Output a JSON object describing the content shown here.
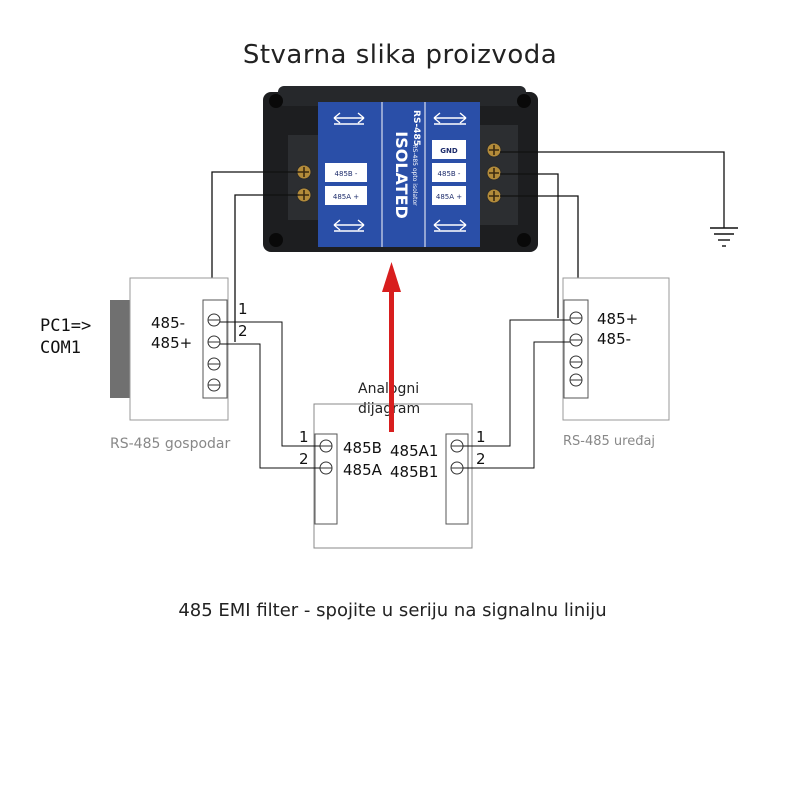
{
  "title": "Stvarna slika proizvoda",
  "caption": "485 EMI filter - spojite u seriju na signalnu liniju",
  "device": {
    "label_main": "ISOLATED",
    "label_model": "RS-485",
    "label_small": "RS-485 opto isolator",
    "left_terminals": [
      "485B -",
      "485A +"
    ],
    "right_terminals": [
      "GND",
      "485B -",
      "485A +"
    ],
    "body_color": "#1f2124",
    "panel_color": "#2a4fa8"
  },
  "master": {
    "pc_label_1": "PC1=>",
    "pc_label_2": "COM1",
    "term_1": "485-",
    "term_2": "485+",
    "caption": "RS-485 gospodar"
  },
  "slave": {
    "term_1": "485+",
    "term_2": "485-",
    "caption": "RS-485 uređaj"
  },
  "filter": {
    "note_1": "Analogni",
    "note_2": "dijagram",
    "left_1": "485B",
    "left_2": "485A",
    "right_1": "485A1",
    "right_2": "485B1",
    "arrow_color": "#d81e1e"
  },
  "wire_numbers": {
    "one": "1",
    "two": "2"
  }
}
